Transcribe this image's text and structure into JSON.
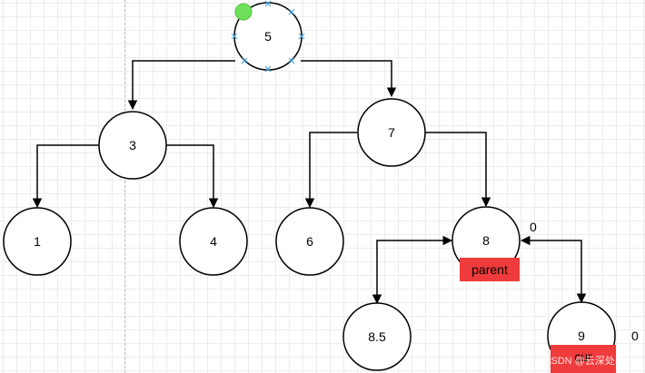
{
  "nodes": [
    {
      "id": "n5",
      "label": "5"
    },
    {
      "id": "n3",
      "label": "3"
    },
    {
      "id": "n7",
      "label": "7"
    },
    {
      "id": "n1",
      "label": "1"
    },
    {
      "id": "n4",
      "label": "4"
    },
    {
      "id": "n6",
      "label": "6"
    },
    {
      "id": "n8",
      "label": "8"
    },
    {
      "id": "n85",
      "label": "8.5"
    },
    {
      "id": "n9",
      "label": "9"
    }
  ],
  "edges": [
    {
      "from": "5",
      "to": "3"
    },
    {
      "from": "5",
      "to": "7"
    },
    {
      "from": "3",
      "to": "1"
    },
    {
      "from": "3",
      "to": "4"
    },
    {
      "from": "7",
      "to": "6"
    },
    {
      "from": "7",
      "to": "8"
    },
    {
      "from": "8",
      "to": "8.5",
      "bidirectional": true
    },
    {
      "from": "8",
      "to": "9",
      "bidirectional": true
    }
  ],
  "annotations": {
    "parent_tag": "parent",
    "node9_tag": "cur",
    "zero_label_8": "0",
    "zero_label_9": "0"
  },
  "watermark": "CSDN @云深处@"
}
